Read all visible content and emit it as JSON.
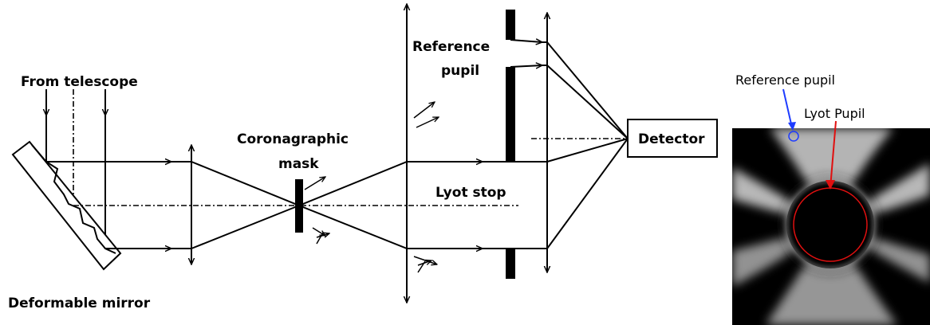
{
  "labels": {
    "from_telescope": "From telescope",
    "deformable_mirror": "Deformable mirror",
    "coronagraphic_mask_line1": "Coronagraphic",
    "coronagraphic_mask_line2": "mask",
    "reference_pupil_line1": "Reference",
    "reference_pupil_line2": "pupil",
    "lyot_stop": "Lyot stop",
    "detector": "Detector"
  },
  "image_panel": {
    "reference_pupil_label": "Reference pupil",
    "lyot_pupil_label": "Lyot Pupil"
  },
  "colors": {
    "reference_pupil_marker": "#1e3cff",
    "lyot_pupil_marker": "#e01010",
    "panel_background": "#000000"
  }
}
